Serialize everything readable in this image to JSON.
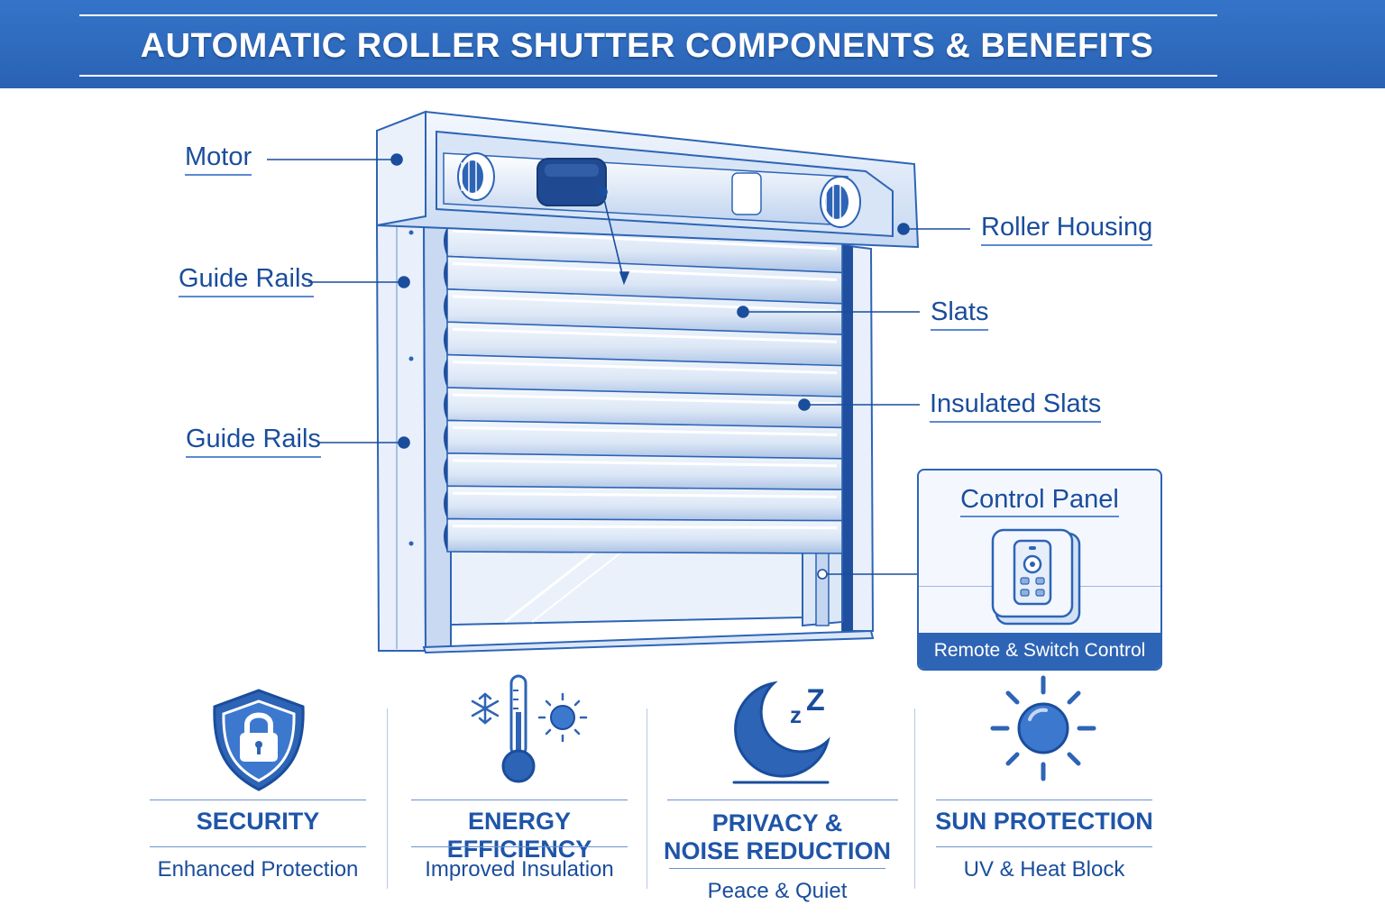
{
  "header": {
    "title": "AUTOMATIC ROLLER SHUTTER COMPONENTS & BENEFITS"
  },
  "labels": {
    "motor": "Motor",
    "guide_rails_upper": "Guide Rails",
    "guide_rails_lower": "Guide Rails",
    "roller_housing": "Roller Housing",
    "slats": "Slats",
    "insulated_slats": "Insulated Slats"
  },
  "control_panel": {
    "title": "Control Panel",
    "caption": "Remote & Switch Control"
  },
  "benefits": [
    {
      "name": "SECURITY",
      "desc": "Enhanced Protection",
      "icon": "shield-lock-icon"
    },
    {
      "name": "ENERGY EFFICIENCY",
      "desc": "Improved Insulation",
      "icon": "thermometer-icon"
    },
    {
      "name": "PRIVACY & NOISE REDUCTION",
      "desc": "Peace & Quiet",
      "icon": "moon-icon"
    },
    {
      "name": "SUN PROTECTION",
      "desc": "UV & Heat Block",
      "icon": "sun-icon"
    }
  ],
  "colors": {
    "primary": "#2d64b6",
    "dark": "#1a4d9c",
    "light": "#dbe7f7"
  }
}
